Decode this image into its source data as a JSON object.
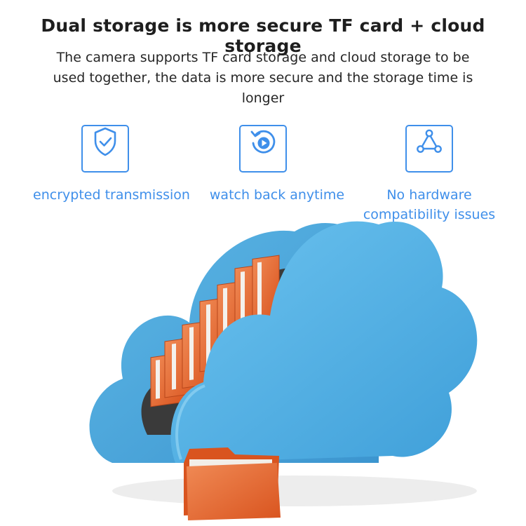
{
  "headline": "Dual storage is more secure TF card + cloud storage",
  "description": "The camera supports TF card storage and cloud storage to be used together, the data is more secure and the storage time is longer",
  "features": [
    {
      "label": "encrypted transmission",
      "icon": "shield-check-icon"
    },
    {
      "label": "watch back anytime",
      "icon": "replay-icon"
    },
    {
      "label": "No hardware compatibility issues",
      "label_line1": "No hardware",
      "label_line2": "compatibility issues",
      "icon": "triangle-nodes-icon"
    }
  ],
  "colors": {
    "accent_blue": "#3f8fea",
    "cloud_blue": "#5ab3e3",
    "folder_orange": "#e2642e"
  }
}
